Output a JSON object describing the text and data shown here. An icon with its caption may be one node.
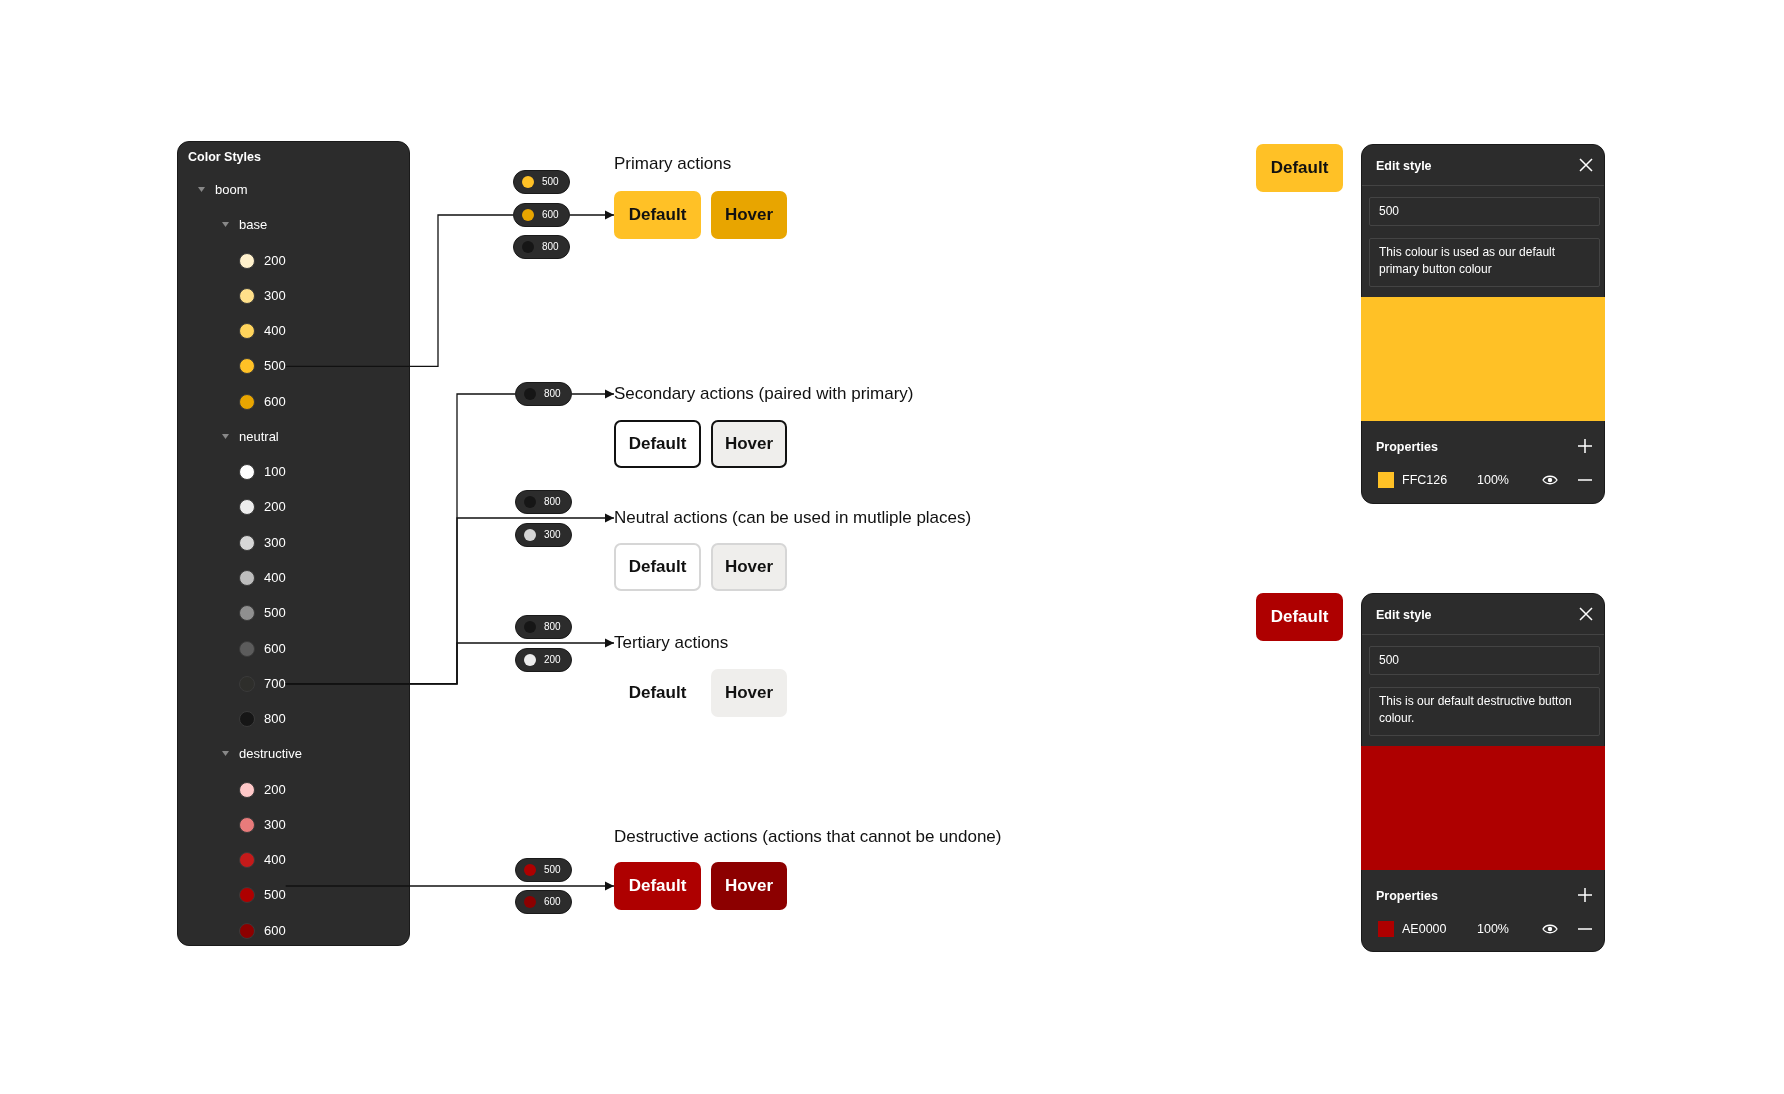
{
  "diagram": {
    "nodes": [
      {
        "text": [
          "Color Styles"
        ]
      },
      {
        "text": [
          "boom"
        ],
        "in": 0
      },
      {
        "text": [
          "base"
        ],
        "in": 0
      },
      {
        "text": [
          "200"
        ],
        "in": 0
      },
      {
        "text": [
          "300"
        ],
        "in": 0
      },
      {
        "text": [
          "400"
        ],
        "in": 0
      },
      {
        "text": [
          "500"
        ],
        "in": 0
      },
      {
        "text": [
          "600"
        ],
        "in": 0
      },
      {
        "text": [
          "neutral"
        ],
        "in": 0
      },
      {
        "text": [
          "100"
        ],
        "in": 0
      },
      {
        "text": [
          "200"
        ],
        "in": 0
      },
      {
        "text": [
          "300"
        ],
        "in": 0
      },
      {
        "text": [
          "400"
        ],
        "in": 0
      },
      {
        "text": [
          "500"
        ],
        "in": 0
      },
      {
        "text": [
          "600"
        ],
        "in": 0
      },
      {
        "text": [
          "700"
        ],
        "in": 0
      },
      {
        "text": [
          "800"
        ],
        "in": 0
      },
      {
        "text": [
          "destructive"
        ],
        "in": 0
      },
      {
        "text": [
          "200"
        ],
        "in": 0
      },
      {
        "text": [
          "300"
        ],
        "in": 0
      },
      {
        "text": [
          "400"
        ],
        "in": 0
      },
      {
        "text": [
          "500"
        ],
        "in": 0
      },
      {
        "text": [
          "600"
        ],
        "in": 0
      },
      {
        "text": [
          "500"
        ]
      },
      {
        "text": [
          "600"
        ]
      },
      {
        "text": [
          "800"
        ]
      },
      {
        "text": [
          "Primary actions"
        ]
      },
      {
        "text": [
          "Default"
        ]
      },
      {
        "text": [
          "Hover"
        ]
      },
      {
        "text": [
          "800"
        ]
      },
      {
        "text": [
          "Secondary actions (paired with primary)"
        ]
      },
      {
        "text": [
          "Default"
        ]
      },
      {
        "text": [
          "Hover"
        ]
      },
      {
        "text": [
          "800"
        ]
      },
      {
        "text": [
          "Neutral actions (can be used in mutliple places)"
        ]
      },
      {
        "text": [
          "300"
        ]
      },
      {
        "text": [
          "Default"
        ]
      },
      {
        "text": [
          "Hover"
        ]
      },
      {
        "text": [
          "800"
        ]
      },
      {
        "text": [
          "Tertiary actions"
        ]
      },
      {
        "text": [
          "200"
        ]
      },
      {
        "text": [
          "Default"
        ]
      },
      {
        "text": [
          "Hover"
        ]
      },
      {
        "text": [
          "Destructive actions (actions that cannot be undone)"
        ]
      },
      {
        "text": [
          "500"
        ]
      },
      {
        "text": [
          "600"
        ]
      },
      {
        "text": [
          "Default"
        ]
      },
      {
        "text": [
          "Hover"
        ]
      },
      {
        "text": [
          "Default"
        ]
      },
      {
        "text": [
          "Edit style",
          "Properties",
          "FFC126",
          "100%"
        ]
      },
      {
        "text": [
          "500"
        ],
        "in": 49
      },
      {
        "text": [
          "This colour is used as our default primary button colour"
        ],
        "in": 49
      },
      {
        "text": [],
        "shape": "box",
        "in": 49
      },
      {
        "text": [
          "Default"
        ]
      },
      {
        "text": [
          "Edit style",
          "Properties",
          "AE0000",
          "100%"
        ]
      },
      {
        "text": [
          "500"
        ],
        "in": 54
      },
      {
        "text": [
          "This is our default destructive button colour."
        ],
        "in": 54
      },
      {
        "text": [],
        "shape": "box",
        "in": 54
      }
    ],
    "edges": [
      {
        "from": 6,
        "to": 24,
        "arrow": "none"
      },
      {
        "from": 24,
        "to": 27,
        "arrow": "to"
      },
      {
        "from": 15,
        "to": 29,
        "arrow": "none"
      },
      {
        "from": 29,
        "to": 30,
        "arrow": "to"
      },
      {
        "from": 15,
        "to": 34,
        "arrow": "to"
      },
      {
        "from": 15,
        "to": 39,
        "arrow": "to"
      },
      {
        "from": 21,
        "to": 46,
        "arrow": "to"
      }
    ]
  }
}
